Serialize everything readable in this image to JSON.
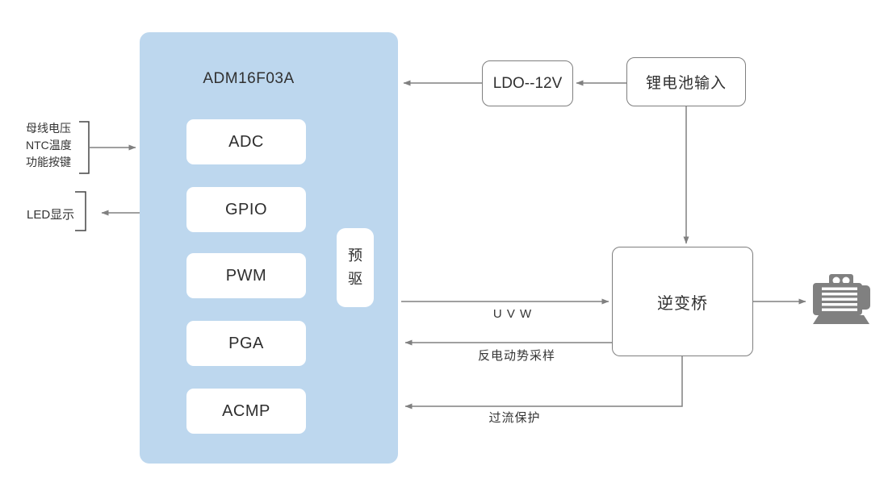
{
  "mcu": {
    "title": "ADM16F03A",
    "modules": [
      "ADC",
      "GPIO",
      "PWM",
      "PGA",
      "ACMP"
    ],
    "predriver": "预驱"
  },
  "power": {
    "ldo": "LDO--12V",
    "battery": "锂电池输入"
  },
  "inverter": {
    "label": "逆变桥"
  },
  "io": {
    "analog_inputs": [
      "母线电压",
      "NTC温度",
      "功能按键"
    ],
    "led": "LED显示"
  },
  "signals": {
    "uvw": "U V W",
    "bemf": "反电动势采样",
    "overcurrent": "过流保护"
  },
  "icons": {
    "motor": "motor-icon"
  },
  "colors": {
    "mcu_fill": "#BDD7EE",
    "wire": "#808080",
    "bracket": "#454545",
    "box_border": "#7F7F7F",
    "text": "#3A3A3A",
    "icon": "#808080"
  }
}
